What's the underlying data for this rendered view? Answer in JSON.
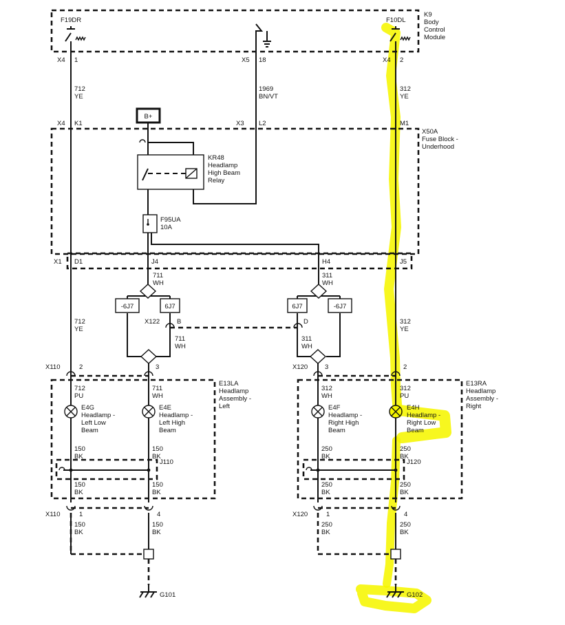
{
  "modules": {
    "bcm": {
      "ref": "K9",
      "name": "Body Control Module",
      "lines": [
        "Body",
        "Control",
        "Module"
      ]
    },
    "fuse_block": {
      "ref": "X50A",
      "name": "Fuse Block - Underhood",
      "lines": [
        "Fuse Block -",
        "Underhood"
      ]
    },
    "left_assembly": {
      "ref": "E13LA",
      "lines": [
        "Headlamp",
        "Assembly -",
        "Left"
      ]
    },
    "right_assembly": {
      "ref": "E13RA",
      "lines": [
        "Headlamp",
        "Assembly -",
        "Right"
      ]
    }
  },
  "switches": {
    "left_driver": "F19DR",
    "right_driver": "F10DL"
  },
  "relay": {
    "ref": "KR48",
    "lines": [
      "Headlamp",
      "High Beam",
      "Relay"
    ]
  },
  "fuse": {
    "ref": "F95UA",
    "rating": "10A"
  },
  "power": {
    "label": "B+"
  },
  "connectors": {
    "x4a": "X4",
    "x4a_pin": "1",
    "x5": "X5",
    "x5_pin": "18",
    "x4b": "X4",
    "x4b_pin": "2",
    "x4c": "X4",
    "x4c_pin": "K1",
    "x3": "X3",
    "x3_pin": "L2",
    "x50_m1": "M1",
    "x1": "X1",
    "x1_d1": "D1",
    "x1_j4": "J4",
    "x1_h4": "H4",
    "x1_j5": "J5",
    "x122": "X122",
    "x122_pin": "B",
    "x120_d": "D",
    "x110_top": "X110",
    "x110_p2": "2",
    "x110_p3": "3",
    "x120_top": "X120",
    "x120_p3": "3",
    "x120_p2": "2",
    "x110_bot": "X110",
    "x110_p1": "1",
    "x110_p4": "4",
    "x120_bot": "X120",
    "x120_p1": "1",
    "x120_p4": "4",
    "j110": "J110",
    "j120": "J120"
  },
  "splice_tags": {
    "l1": "-6J7",
    "l2": "6J7",
    "r1": "6J7",
    "r2": "-6J7"
  },
  "wires": {
    "w712a": [
      "712",
      "YE"
    ],
    "w1969": [
      "1969",
      "BN/VT"
    ],
    "w312a": [
      "312",
      "YE"
    ],
    "w711a": [
      "711",
      "WH"
    ],
    "w311a": [
      "311",
      "WH"
    ],
    "w712b": [
      "712",
      "YE"
    ],
    "w711b": [
      "711",
      "WH"
    ],
    "w311b": [
      "311",
      "WH"
    ],
    "w312b": [
      "312",
      "YE"
    ],
    "w712c": [
      "712",
      "PU"
    ],
    "w711c": [
      "711",
      "WH"
    ],
    "w312c": [
      "312",
      "WH"
    ],
    "w312d": [
      "312",
      "PU"
    ],
    "g1": [
      "150",
      "BK"
    ],
    "g2": [
      "150",
      "BK"
    ],
    "g3": [
      "250",
      "BK"
    ],
    "g4": [
      "250",
      "BK"
    ],
    "g5": [
      "150",
      "BK"
    ],
    "g6": [
      "150",
      "BK"
    ],
    "g7": [
      "250",
      "BK"
    ],
    "g8": [
      "250",
      "BK"
    ],
    "g9": [
      "150",
      "BK"
    ],
    "g10": [
      "150",
      "BK"
    ],
    "g11": [
      "250",
      "BK"
    ],
    "g12": [
      "250",
      "BK"
    ]
  },
  "lamps": {
    "e4g": {
      "ref": "E4G",
      "lines": [
        "Headlamp -",
        "Left Low",
        "Beam"
      ]
    },
    "e4e": {
      "ref": "E4E",
      "lines": [
        "Headlamp -",
        "Left High",
        "Beam"
      ]
    },
    "e4f": {
      "ref": "E4F",
      "lines": [
        "Headlamp -",
        "Right High",
        "Beam"
      ]
    },
    "e4h": {
      "ref": "E4H",
      "lines": [
        "Headlamp -",
        "Right Low",
        "Beam"
      ]
    }
  },
  "grounds": {
    "left": "G101",
    "right": "G102"
  },
  "highlight_color": "#f6f600"
}
